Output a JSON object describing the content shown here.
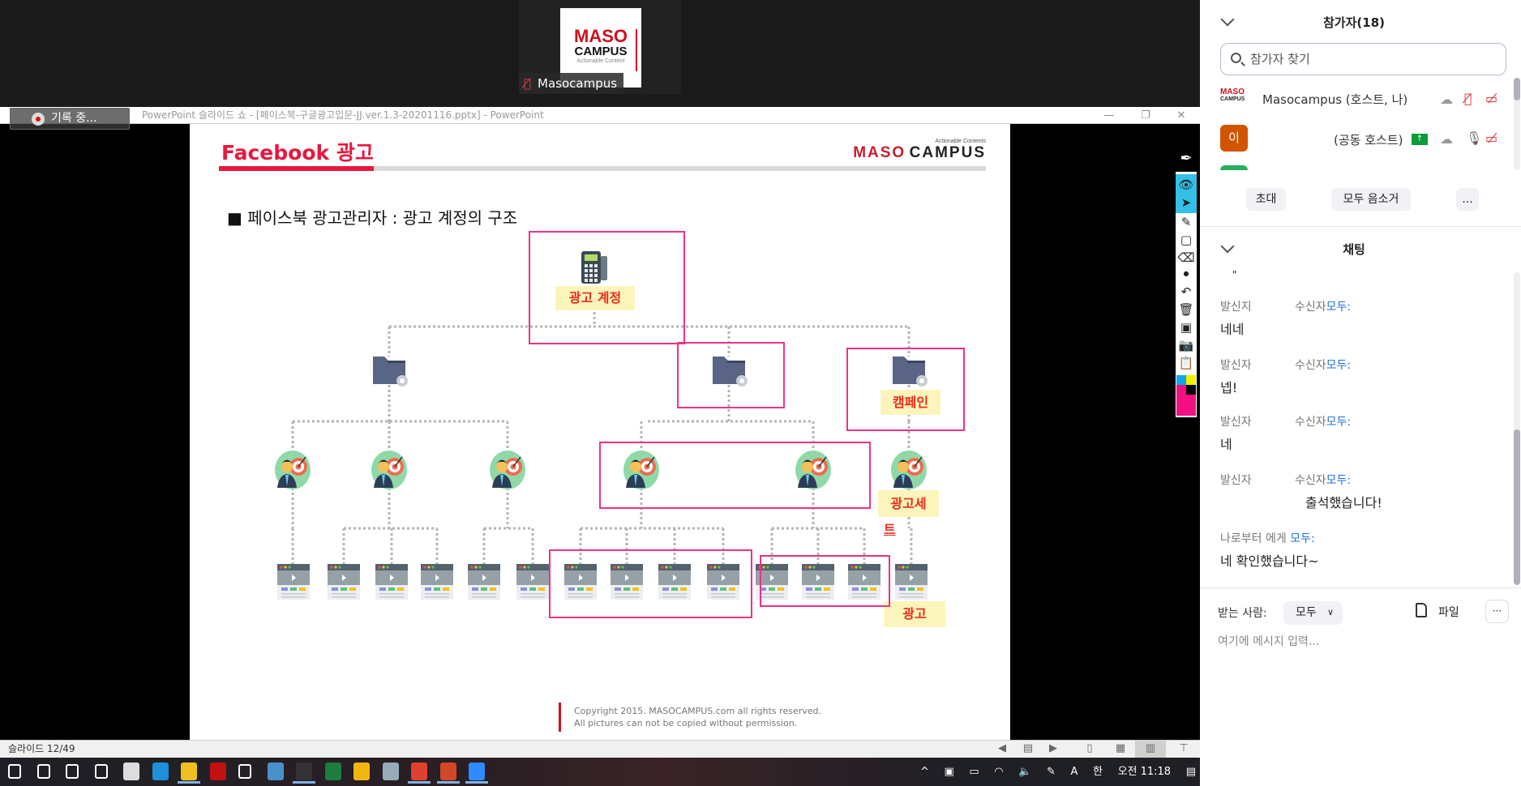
{
  "video_tile": {
    "logo": {
      "line1": "MASO",
      "line2": "CAMPUS",
      "line3": "Actionable Content"
    },
    "name": "Masocampus"
  },
  "window": {
    "title": "PowerPoint 슬라이드 쇼 - [페이스북-구글광고입문-JJ.ver.1.3-20201116.pptx] - PowerPoint",
    "recording": "기록 중..."
  },
  "slide": {
    "title": "Facebook 광고",
    "logo": {
      "tagline": "Actionable Contents",
      "maso": "MASO",
      "campus": "CAMPUS"
    },
    "subtitle": "■ 페이스북 광고관리자 : 광고 계정의 구조",
    "labels": {
      "account": "광고 계정",
      "campaign": "캠페인",
      "adset_a": "광고세",
      "adset_b": "트",
      "ad": "광고"
    },
    "structure": {
      "campaigns": 3,
      "adsets": 6,
      "ads": 14
    },
    "copyright": [
      "Copyright 2015. MASOCAMPUS.com all rights reserved.",
      "All pictures can not be copied without permission."
    ]
  },
  "status_bar": {
    "slide": "슬라이드 12/49"
  },
  "taskbar": {
    "apps": [
      "start",
      "search",
      "cortana",
      "task-view",
      "store",
      "edge",
      "explorer",
      "64",
      "settings",
      "remote",
      "maps",
      "excel",
      "powerbi",
      "notes",
      "chrome",
      "powerpoint",
      "zoom"
    ],
    "time": "오전 11:18",
    "ime": "한",
    "font": "A"
  },
  "participants": {
    "header": "참가자(18)",
    "search_placeholder": "참가자 찾기",
    "list": [
      {
        "name": "Masocampus (호스트, 나)",
        "avatar": "MASO CAMPUS"
      },
      {
        "name": "(공동 호스트)",
        "avatar": "이"
      }
    ],
    "buttons": {
      "invite": "초대",
      "mute_all": "모두 음소거",
      "more": "..."
    }
  },
  "chat": {
    "header": "채팅",
    "fragment": "\"",
    "messages": [
      {
        "from": "발신지",
        "to": "수신자",
        "to_whom": "모두:",
        "text": "네네"
      },
      {
        "from": "발신자",
        "to": "수신자",
        "to_whom": "모두:",
        "text": "넵!"
      },
      {
        "from": "발신자",
        "to": "수신자",
        "to_whom": "모두:",
        "text": "네"
      },
      {
        "from": "발신자",
        "to": "수신자",
        "to_whom": "모두:",
        "text": "출석했습니다!"
      }
    ],
    "own": {
      "from": "나로부터 에게",
      "to_whom": "모두:",
      "text": "네 확인했습니다~"
    },
    "recipient_label": "받는 사람:",
    "recipient": "모두",
    "file": "파일",
    "more": "···",
    "input_placeholder": "여기에 메시지 입력..."
  },
  "colors": {
    "accent": "#e8173f",
    "annotation": "#f0308a",
    "link": "#1a6fe0"
  }
}
